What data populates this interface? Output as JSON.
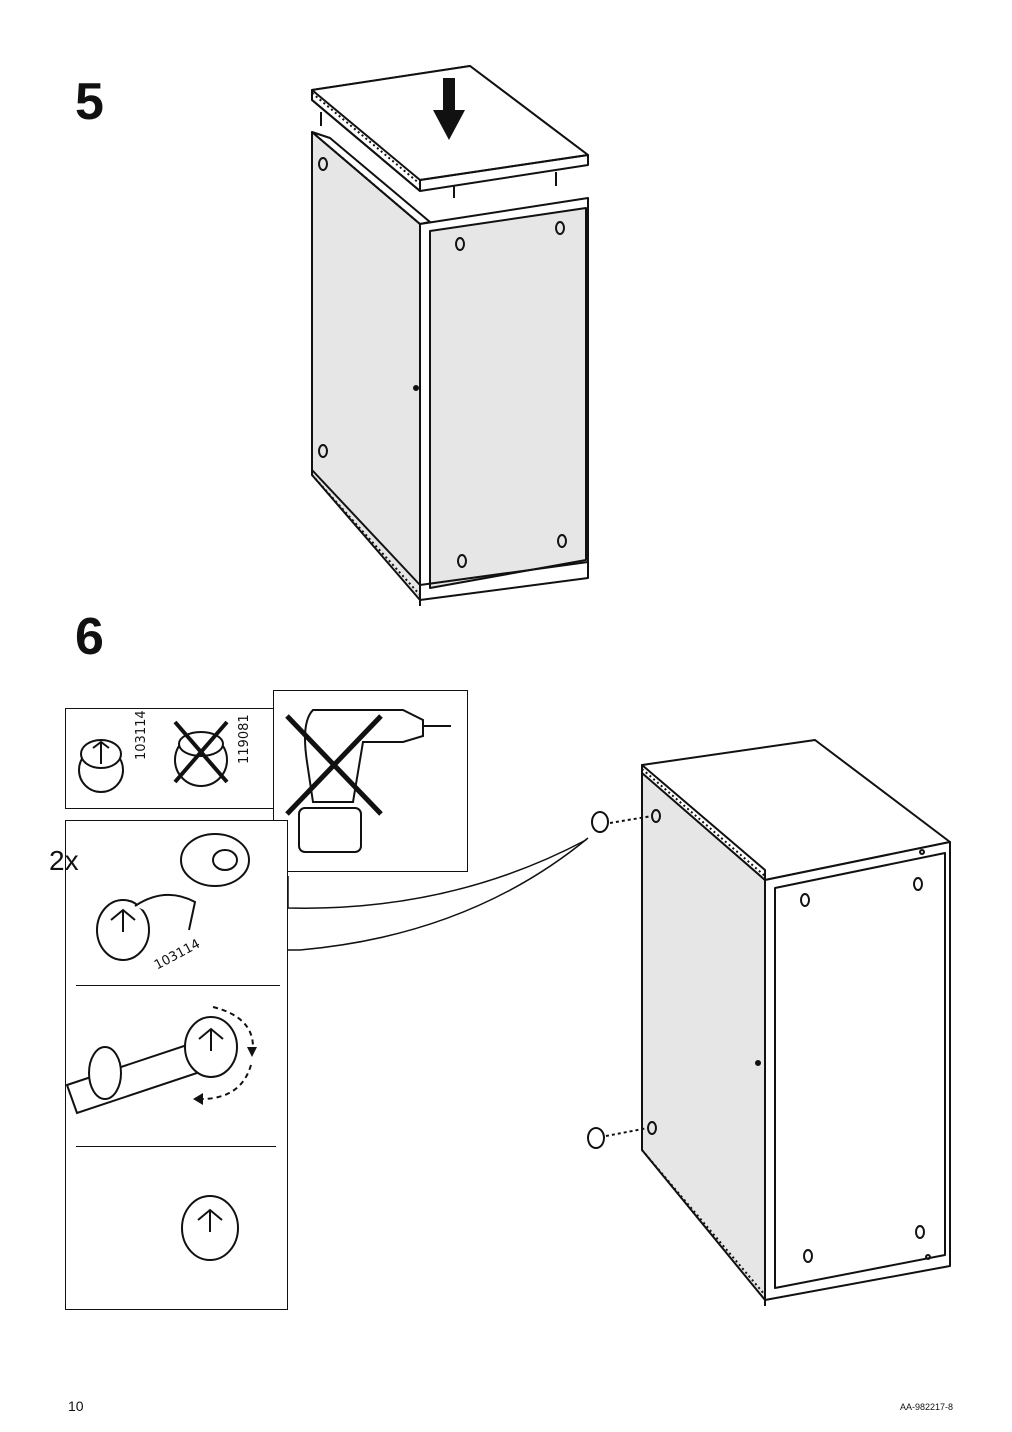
{
  "page": {
    "number": "10",
    "doc_code": "AA-982217-8"
  },
  "steps": [
    {
      "number": "5"
    },
    {
      "number": "6"
    }
  ],
  "step6": {
    "quantity": "2x",
    "part_numbers": {
      "correct": "103114",
      "wrong": "119081",
      "detail": "103114"
    }
  },
  "colors": {
    "line": "#111111",
    "panel_fill": "#e6e6e6",
    "white": "#ffffff"
  }
}
